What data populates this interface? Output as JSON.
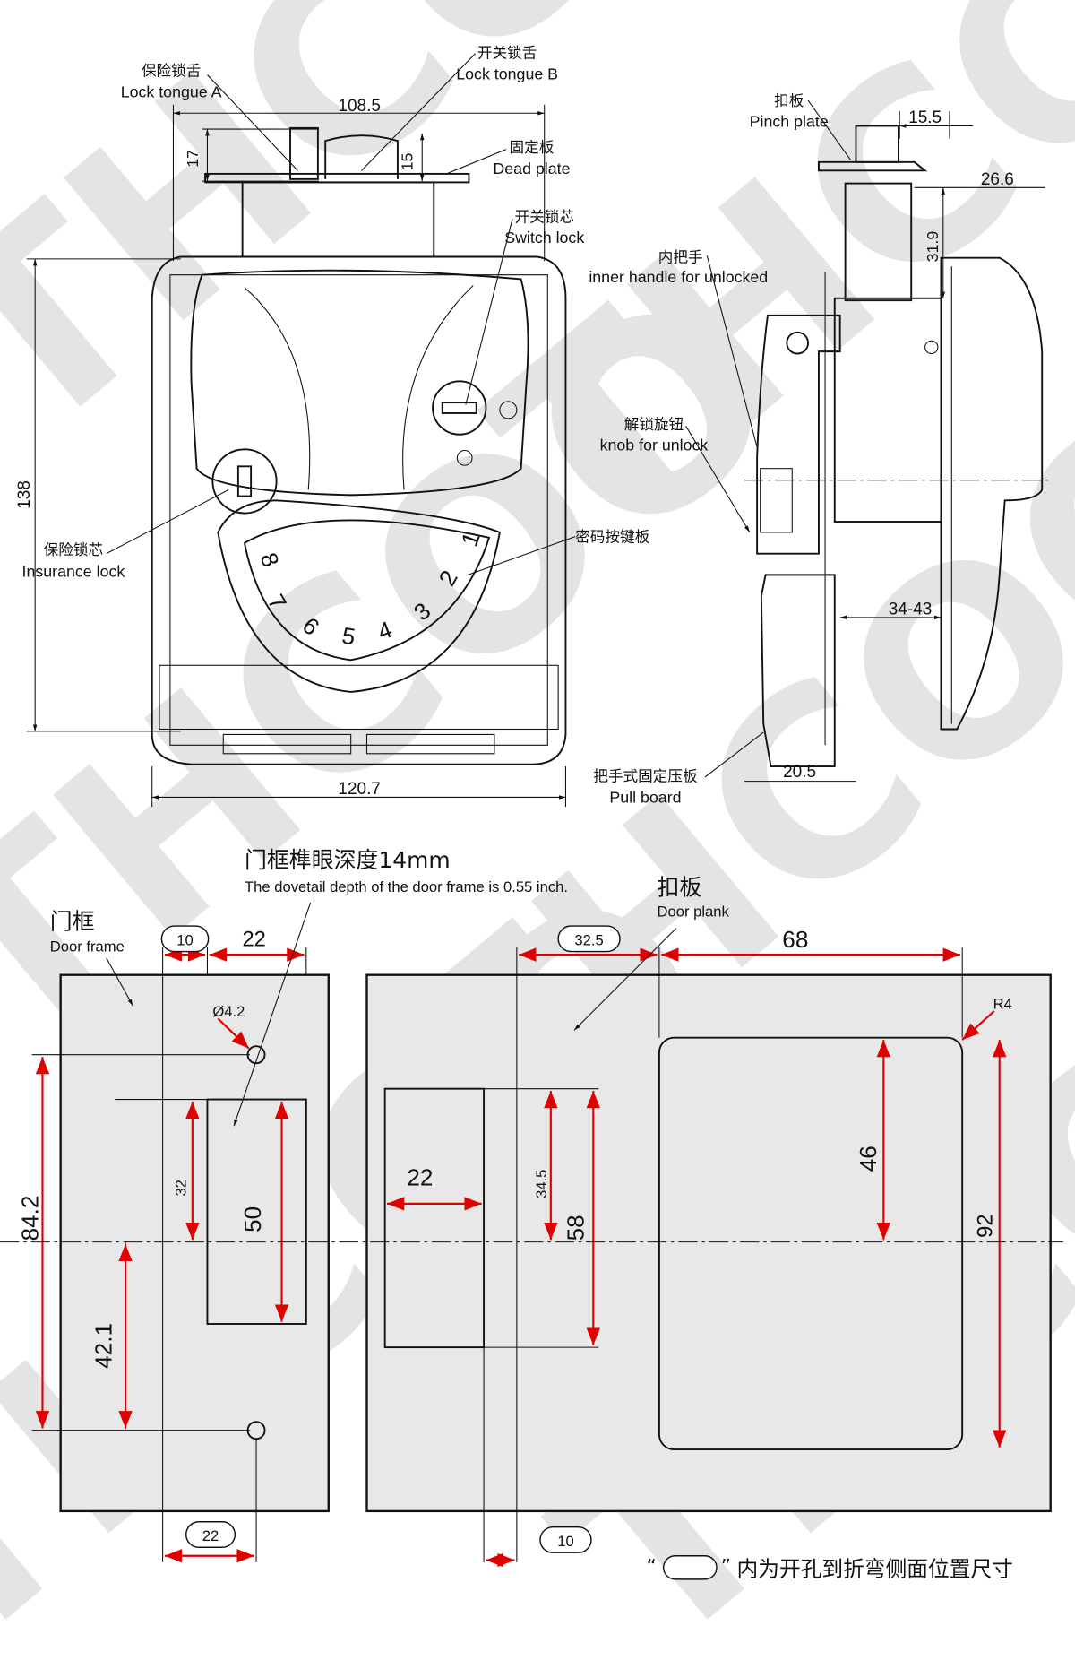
{
  "watermark": "THCOO",
  "top_view": {
    "labels": {
      "lock_tongue_a_cn": "保险锁舌",
      "lock_tongue_a_en": "Lock tongue A",
      "lock_tongue_b_cn": "开关锁舌",
      "lock_tongue_b_en": "Lock tongue B",
      "dead_plate_cn": "固定板",
      "dead_plate_en": "Dead plate",
      "switch_lock_cn": "开关锁芯",
      "switch_lock_en": "Switch lock",
      "insurance_lock_cn": "保险锁芯",
      "insurance_lock_en": "Insurance lock",
      "keypad_cn": "密码按键板"
    },
    "dims": {
      "width_top": "108.5",
      "tongue_a": "17",
      "tongue_b": "15",
      "height": "138",
      "width_bottom": "120.7"
    },
    "keys": [
      "8",
      "7",
      "6",
      "5",
      "4",
      "3",
      "2",
      "1"
    ]
  },
  "side_view": {
    "labels": {
      "pinch_plate_cn": "扣板",
      "pinch_plate_en": "Pinch plate",
      "inner_handle_cn": "内把手",
      "inner_handle_en": "inner handle for unlocked",
      "knob_cn": "解锁旋钮",
      "knob_en": "knob for unlock",
      "pull_board_cn": "把手式固定压板",
      "pull_board_en": "Pull board"
    },
    "dims": {
      "d1": "15.5",
      "d2": "26.6",
      "d3": "31.9",
      "d4": "34-43",
      "d5": "20.5"
    }
  },
  "cutout": {
    "note_cn": "门框榫眼深度14mm",
    "note_en": "The dovetail depth of the door frame is  0.55 inch.",
    "door_frame_cn": "门框",
    "door_frame_en": "Door frame",
    "door_plank_cn": "扣板",
    "door_plank_en": "Door plank",
    "frame_dims": {
      "a": "10",
      "b": "22",
      "hole": "Ø4.2",
      "c": "84.2",
      "d": "42.1",
      "e": "32",
      "f": "50",
      "g": "22"
    },
    "plank_dims": {
      "a": "32.5",
      "b": "68",
      "r": "R4",
      "c": "22",
      "d": "34.5",
      "e": "58",
      "f": "46",
      "g": "92",
      "h": "10"
    },
    "footnote_open": "“",
    "footnote_close": "”",
    "footnote": "内为开孔到折弯侧面位置尺寸"
  }
}
